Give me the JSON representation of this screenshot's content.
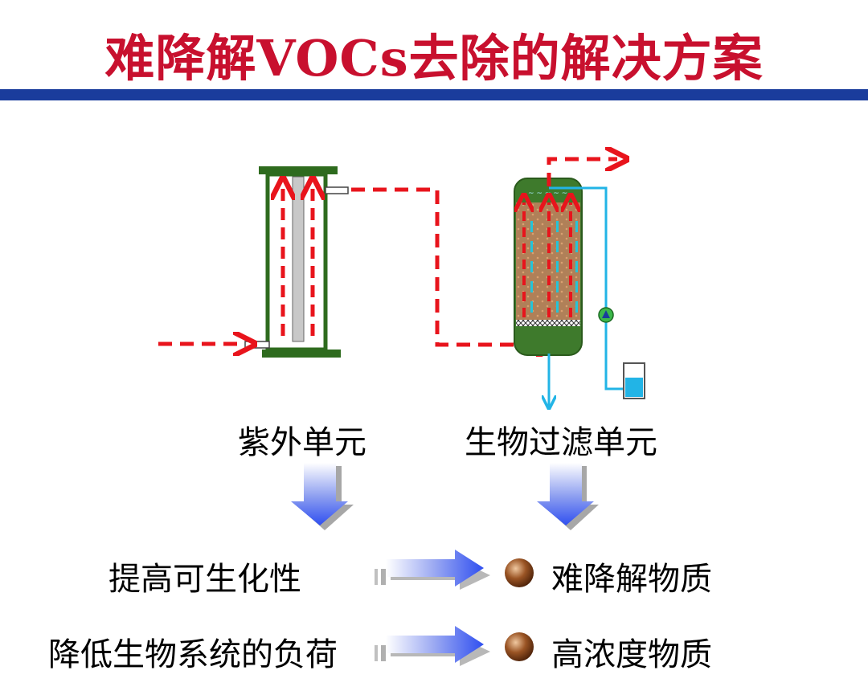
{
  "title": "难降解VOCs去除的解决方案",
  "units": {
    "uv_unit": "紫外单元",
    "bio_unit": "生物过滤单元"
  },
  "effects": [
    {
      "cause": "提高可生化性",
      "result": "难降解物质"
    },
    {
      "cause": "降低生物系统的负荷",
      "result": "高浓度物质"
    }
  ],
  "colors": {
    "title": "#c8102e",
    "rule": "#1a3c9c",
    "flow_arrow": "#e8141c",
    "water_line": "#22b4e6",
    "reactor_frame": "#2e6b1e",
    "down_arrow": "#3a5cf0",
    "bullet": "#8a4a1c"
  }
}
